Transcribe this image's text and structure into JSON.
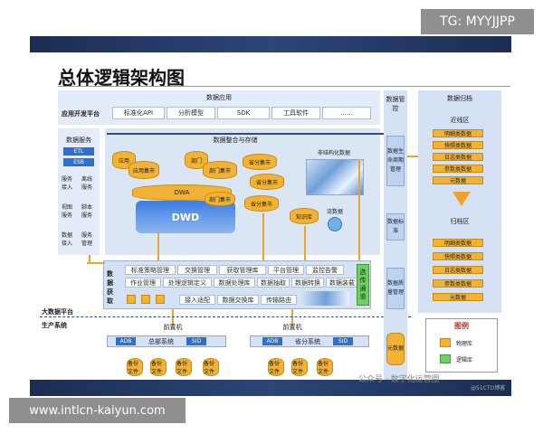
{
  "watermark_tg": "TG: MYYJJPP",
  "watermark_url": "www.intlcn-kaiyun.com",
  "watermark_wechat": "公众号 · 数字化运营圈",
  "watermark_site": "@51CTO博客",
  "title": "总体逻辑架构图",
  "apps": {
    "header": "数据应用",
    "platform": "应用开发平台",
    "items": [
      "标准化API",
      "分析模型",
      "SDK",
      "工具软件",
      "……"
    ]
  },
  "services": {
    "title": "数据服务",
    "tags": [
      "ETL",
      "ESB"
    ],
    "items": [
      "服务接入",
      "离线服务",
      "视图服务",
      "脚本服务",
      "数据接入",
      "服务管理"
    ]
  },
  "integration": {
    "title": "数据整合与存储",
    "marts": [
      "应用",
      "应用集市",
      "部门",
      "部门集市",
      "省分集市",
      "省分集市",
      "省分集市",
      "部门集市"
    ],
    "dwa": "DWA",
    "dwd": "DWD",
    "unstructured": "非结构化数据",
    "knowledge": "知识库",
    "stream": "流数据"
  },
  "acquisition": {
    "label": "数据获取",
    "row1": [
      "标准策略管理",
      "交换管理",
      "获取管理库",
      "平台管理",
      "监控告警"
    ],
    "row2": [
      "作业管理",
      "处理逻辑定义",
      "数据处理库",
      "数据抽取",
      "数据转换",
      "数据装载"
    ],
    "row3": [
      "接入适配",
      "数据交换库",
      "传输路由"
    ],
    "relay": "选传通道"
  },
  "platform_label": "大数据平台",
  "production_label": "生产系统",
  "frontends": [
    {
      "label": "前置机",
      "systems": [
        "ADB",
        "总部系统",
        "SID"
      ]
    },
    {
      "label": "前置机",
      "systems": [
        "ADB",
        "省分系统",
        "SID"
      ]
    }
  ],
  "file_label": "备份文件",
  "control": {
    "header": "数据管控",
    "items": [
      "数据生命周期管理",
      "数据标准",
      "数据质量管理",
      "元数据"
    ]
  },
  "archive": {
    "header": "数据归档",
    "near": "近线区",
    "near_items": [
      "明细类数据",
      "快照类数据",
      "日志类数据",
      "参数类数据",
      "元数据"
    ],
    "arch": "归档区",
    "arch_items": [
      "明细类数据",
      "快照类数据",
      "日志类数据",
      "参数类数据",
      "元数据"
    ]
  },
  "legend": {
    "title": "图例",
    "items": [
      "物理库",
      "逻辑库"
    ],
    "colors": {
      "physical": "#f2b233",
      "logical": "#6fd05f"
    }
  }
}
